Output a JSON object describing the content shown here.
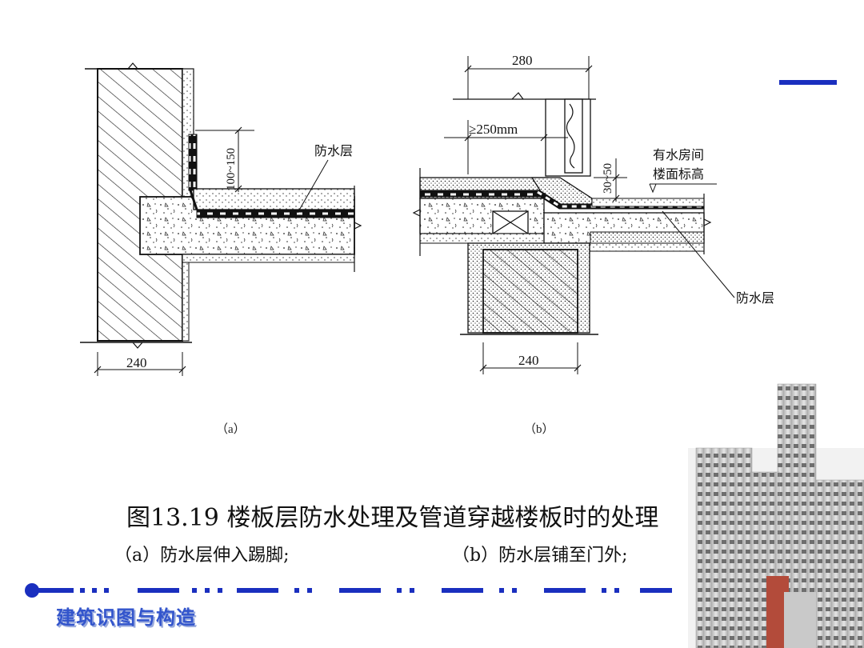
{
  "figure_a": {
    "dim_height": "100~150",
    "dim_width": "240",
    "label_waterproof": "防水层",
    "sub_label": "（a）"
  },
  "figure_b": {
    "dim_top": "280",
    "dim_250": "≥250mm",
    "dim_30_50": "30~50",
    "label_room_line1": "有水房间",
    "label_room_line2": "楼面标高",
    "label_waterproof": "防水层",
    "dim_width": "240",
    "sub_label": "（b）"
  },
  "caption": {
    "title": "图13.19  楼板层防水处理及管道穿越楼板时的处理",
    "sub_a": "（a）防水层伸入踢脚;",
    "sub_b": "（b）防水层铺至门外;"
  },
  "footer": {
    "course_title": "建筑识图与构造"
  },
  "colors": {
    "accent_blue": "#1a2fbf",
    "course_title": "#3355cc"
  }
}
